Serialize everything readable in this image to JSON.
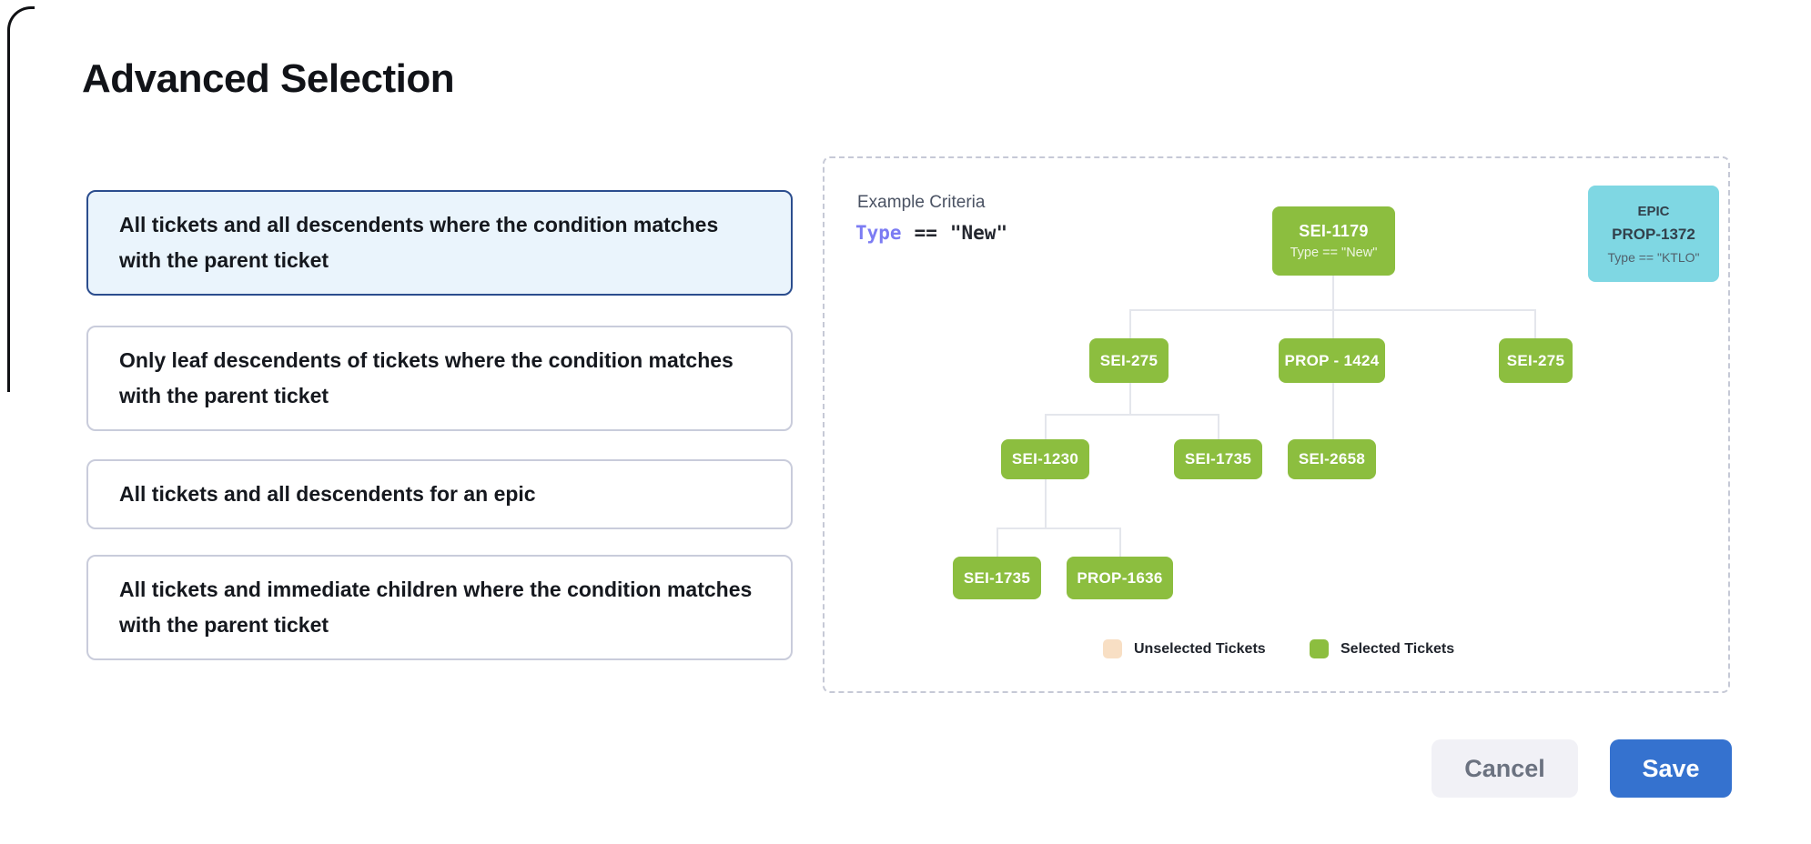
{
  "page": {
    "title": "Advanced Selection"
  },
  "options": [
    {
      "label": "All tickets and all descendents where the condition matches with the parent ticket",
      "selected": true
    },
    {
      "label": "Only leaf descendents of tickets where the condition matches with the parent ticket",
      "selected": false
    },
    {
      "label": "All tickets and all descendents for an epic",
      "selected": false
    },
    {
      "label": "All tickets and immediate children where the condition matches with the parent ticket",
      "selected": false
    }
  ],
  "example": {
    "heading": "Example Criteria",
    "criteria": {
      "field": "Type",
      "operator": "==",
      "value": "\"New\""
    },
    "epic_card": {
      "line1": "EPIC",
      "line2": "PROP-1372",
      "line3": "Type == \"KTLO\""
    },
    "tree": {
      "root": {
        "label": "SEI-1179",
        "sublabel": "Type == \"New\""
      },
      "nodes": [
        "SEI-275",
        "PROP - 1424",
        "SEI-275",
        "SEI-1230",
        "SEI-1735",
        "SEI-2658",
        "SEI-1735",
        "PROP-1636"
      ]
    },
    "legend": [
      {
        "label": "Unselected Tickets",
        "color": "#F8DFC4"
      },
      {
        "label": "Selected Tickets",
        "color": "#8CBE3F"
      }
    ]
  },
  "actions": {
    "cancel": "Cancel",
    "save": "Save"
  },
  "colors": {
    "selected_node_green": "#8CBE3F",
    "epic_cyan": "#7FD7E3",
    "unselected_peach": "#F8DFC4",
    "save_blue": "#3572CF",
    "selected_card_border": "#2B4D8E",
    "selected_card_bg": "#EAF4FC"
  }
}
